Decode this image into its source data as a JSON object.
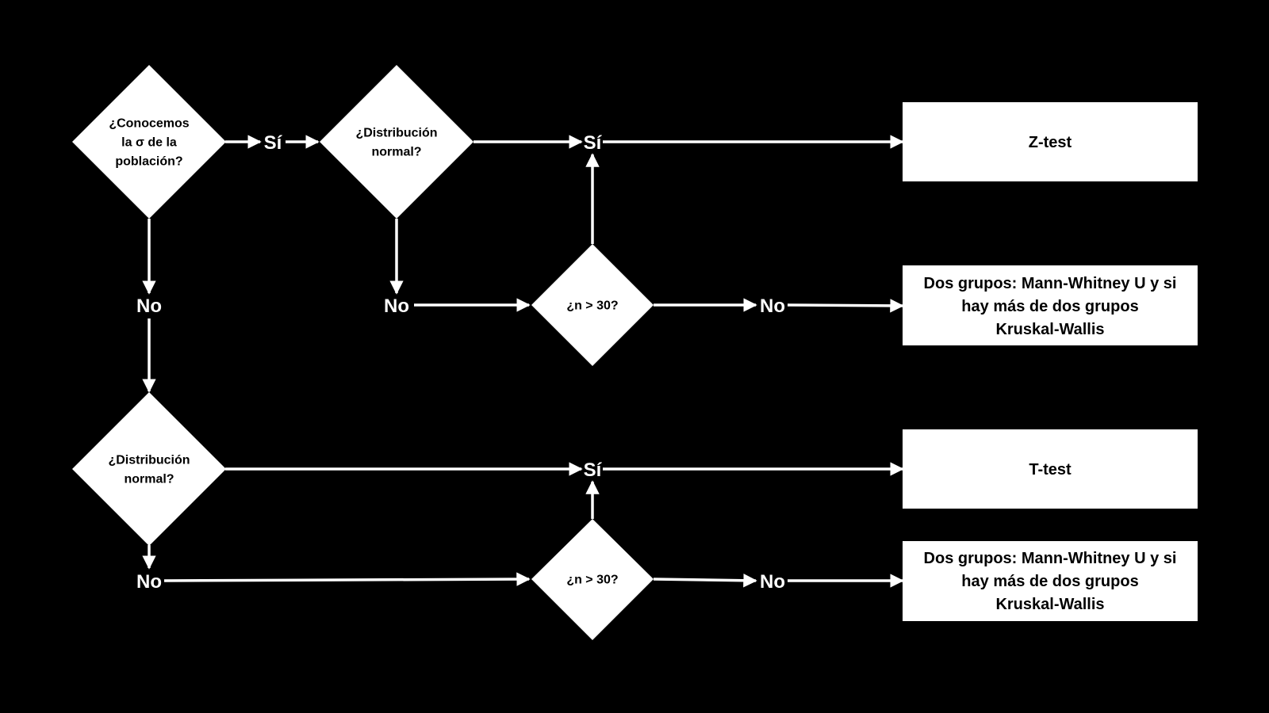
{
  "colors": {
    "background": "#000000",
    "shape_fill": "#ffffff",
    "shape_text": "#000000",
    "line": "#ffffff"
  },
  "nodes": {
    "d_sigma": "¿Conocemos\nla σ de la\npoblación?",
    "d_normal_top": "¿Distribución\nnormal?",
    "d_n30_top": "¿n > 30?",
    "d_normal_bottom": "¿Distribución\nnormal?",
    "d_n30_bottom": "¿n > 30?",
    "b_ztest": "Z-test",
    "b_nonparam_top": "Dos grupos: Mann-Whitney U y si\nhay más de dos grupos\nKruskal-Wallis",
    "b_ttest": "T-test",
    "b_nonparam_bottom": "Dos grupos: Mann-Whitney U y si\nhay más de dos grupos\nKruskal-Wallis"
  },
  "labels": {
    "yes_1": "Sí",
    "yes_2": "Sí",
    "yes_3": "Sí",
    "no_1": "No",
    "no_2": "No",
    "no_3": "No",
    "no_4": "No",
    "no_5": "No"
  }
}
